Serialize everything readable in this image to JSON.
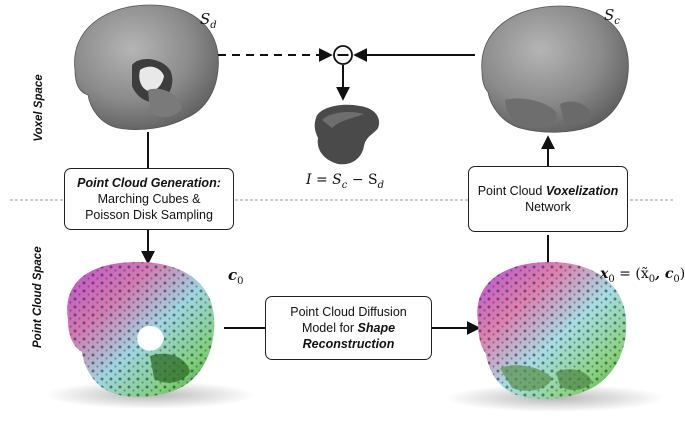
{
  "labels": {
    "voxel_space": "Voxel Space",
    "point_cloud_space": "Point Cloud Space",
    "s_d": "S",
    "s_d_sub": "d",
    "s_c": "S",
    "s_c_sub": "c",
    "c0": "c",
    "c0_sub": "0",
    "implant_eq": "I = S",
    "implant_eq_sub1": "c",
    "implant_eq_mid": " − S",
    "implant_eq_sub2": "d",
    "x0_eq": "x",
    "x0_sub": "0",
    "x0_rest": " = (x̃",
    "x0_rest_sub": "0",
    "x0_tail": ", c",
    "x0_tail_sub": "0",
    "x0_close": ")",
    "minus_symbol": "−"
  },
  "boxes": {
    "pc_generation_title": "Point Cloud Generation:",
    "pc_generation_line2": "Marching Cubes &",
    "pc_generation_line3": "Poisson Disk Sampling",
    "voxelization_prefix": "Point Cloud ",
    "voxelization_bold": "Voxelization",
    "voxelization_line2": "Network",
    "diffusion_line1": "Point Cloud Diffusion",
    "diffusion_line2_prefix": "Model for ",
    "diffusion_line2_bold": "Shape",
    "diffusion_line3_bold": "Reconstruction"
  },
  "colors": {
    "skull_gray": "#8e8e8e",
    "arrow": "#111111",
    "divider": "#9a9a9a"
  }
}
